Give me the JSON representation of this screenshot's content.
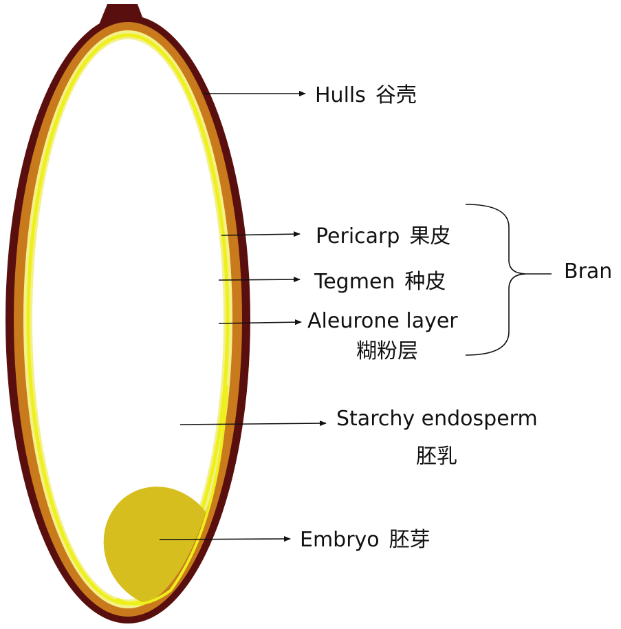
{
  "diagram": {
    "colors": {
      "hull": "#5a0f0f",
      "pericarp": "#c97a1c",
      "tegmen": "#f4f08a",
      "aleurone": "#eef01c",
      "endosperm": "#ffffff",
      "embryo": "#d6be1e",
      "ink": "#111111"
    },
    "labels": {
      "hulls": {
        "en": "Hulls",
        "zh": "谷壳"
      },
      "pericarp": {
        "en": "Pericarp",
        "zh": "果皮"
      },
      "tegmen": {
        "en": "Tegmen",
        "zh": "种皮"
      },
      "aleurone": {
        "en": "Aleurone layer",
        "zh": "糊粉层"
      },
      "endosperm": {
        "en": "Starchy endosperm",
        "zh": "胚乳"
      },
      "embryo": {
        "en": "Embryo",
        "zh": "胚芽"
      },
      "bran": "Bran"
    }
  }
}
